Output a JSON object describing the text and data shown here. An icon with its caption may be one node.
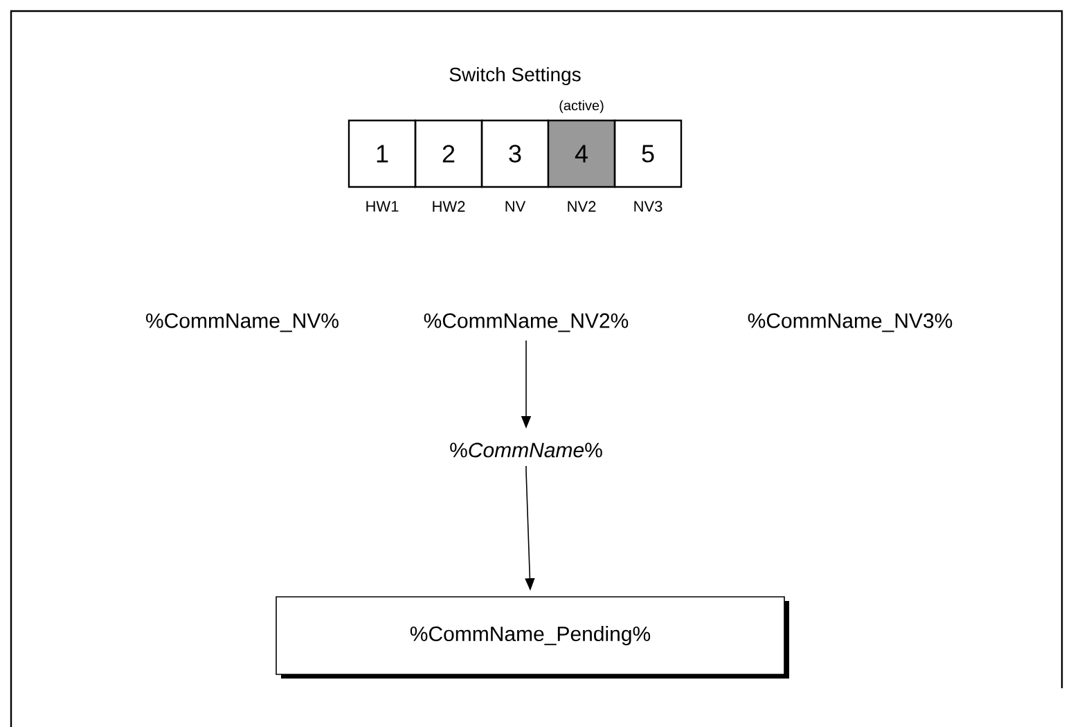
{
  "diagram": {
    "title": "Switch Settings",
    "nodes": [
      {
        "text": [
          "1"
        ],
        "beside": [
          "HW1"
        ]
      },
      {
        "text": [
          "2"
        ],
        "beside": [
          "HW2"
        ]
      },
      {
        "text": [
          "3"
        ],
        "beside": [
          "NV"
        ]
      },
      {
        "text": [
          "4"
        ],
        "beside": [
          "(active)",
          "NV2"
        ]
      },
      {
        "text": [
          "5"
        ],
        "beside": [
          "NV3"
        ]
      },
      {
        "text": [
          "%CommName_NV2%"
        ]
      },
      {
        "text": [
          "%*CommName*%"
        ]
      },
      {
        "text": [
          "%CommName_Pending%"
        ]
      }
    ],
    "edges": [
      {
        "from": 5,
        "to": 6,
        "arrow": "to"
      },
      {
        "from": 6,
        "to": 7,
        "arrow": "to"
      }
    ],
    "labels": [
      "%CommName_NV%",
      "%CommName_NV3%"
    ]
  }
}
